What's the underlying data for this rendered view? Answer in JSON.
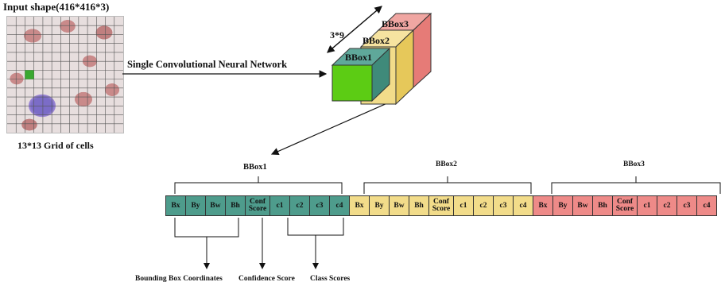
{
  "input": {
    "title": "Input shape(416*416*3)",
    "grid_caption": "13*13 Grid of cells"
  },
  "network_label": "Single Convolutional Neural Network",
  "cuboid": {
    "dimension_label": "3*9",
    "boxes": [
      "BBox1",
      "BBox2",
      "BBox3"
    ]
  },
  "vector": {
    "groups": [
      {
        "label": "BBox1",
        "fields": [
          "Bx",
          "By",
          "Bw",
          "Bh",
          "Conf Score",
          "c1",
          "c2",
          "c3",
          "c4"
        ],
        "color": "#4e9c8c"
      },
      {
        "label": "BBox2",
        "fields": [
          "Bx",
          "By",
          "Bw",
          "Bh",
          "Conf Score",
          "c1",
          "c2",
          "c3",
          "c4"
        ],
        "color": "#f2dc8a"
      },
      {
        "label": "BBox3",
        "fields": [
          "Bx",
          "By",
          "Bw",
          "Bh",
          "Conf Score",
          "c1",
          "c2",
          "c3",
          "c4"
        ],
        "color": "#ee8a88"
      }
    ]
  },
  "annotations": {
    "bounding_box": "Bounding Box Coordinates",
    "confidence": "Confidence Score",
    "class_scores": "Class Scores"
  },
  "colors": {
    "teal": "#4e9c8c",
    "yellow": "#f2dc8a",
    "salmon": "#ee8a88",
    "green": "#5ccc14"
  }
}
